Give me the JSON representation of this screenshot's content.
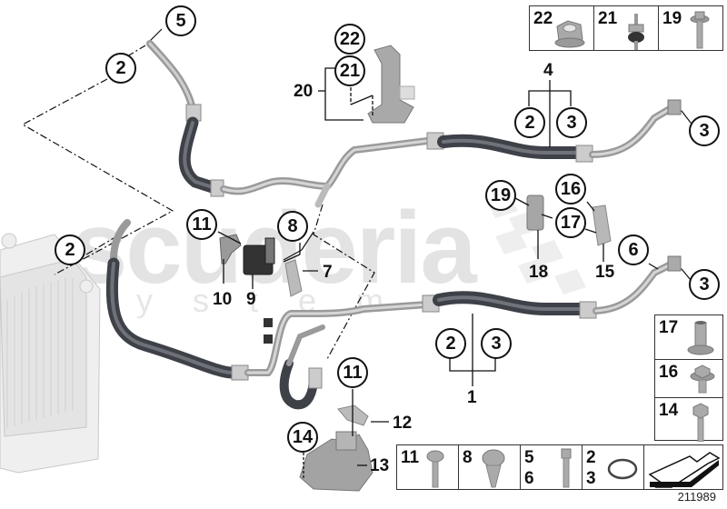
{
  "diagram": {
    "type": "parts-exploded-view",
    "subject": "Oil cooler lines / hoses",
    "reference_number": "211989",
    "watermark": {
      "main": "scuderia",
      "sub": "systems"
    }
  },
  "callouts": {
    "c5": "5",
    "c2a": "2",
    "c2b": "2",
    "c22": "22",
    "c21": "21",
    "c4_2": "2",
    "c4_3": "3",
    "c3top": "3",
    "c11a": "11",
    "c8": "8",
    "c19": "19",
    "c16": "16",
    "c17": "17",
    "c6": "6",
    "c3mid": "3",
    "c1_2": "2",
    "c1_3": "3",
    "c11b": "11",
    "c14": "14"
  },
  "labels": {
    "l20": "20",
    "l4": "4",
    "l7": "7",
    "l10": "10",
    "l9": "9",
    "l18": "18",
    "l15": "15",
    "l1": "1",
    "l12": "12",
    "l13": "13"
  },
  "hardware_table_top": [
    {
      "part": "22",
      "icon": "flange-nut"
    },
    {
      "part": "21",
      "icon": "rubber-mount-stud"
    },
    {
      "part": "19",
      "icon": "flange-bolt"
    }
  ],
  "hardware_table_right": [
    {
      "part": "17",
      "icon": "sleeve-bushing"
    },
    {
      "part": "16",
      "icon": "hex-flange-bolt-short"
    },
    {
      "part": "14",
      "icon": "hex-bolt-long"
    }
  ],
  "hardware_table_bottom": [
    {
      "part": "11",
      "icon": "torx-screw"
    },
    {
      "part": "8",
      "icon": "torx-plastic-screw"
    },
    {
      "part_top": "5",
      "part_bottom": "6",
      "icon": "hex-bolt"
    },
    {
      "part_top": "2",
      "part_bottom": "3",
      "icon": "o-ring"
    },
    {
      "part": "",
      "icon": "direction-arrow"
    }
  ]
}
